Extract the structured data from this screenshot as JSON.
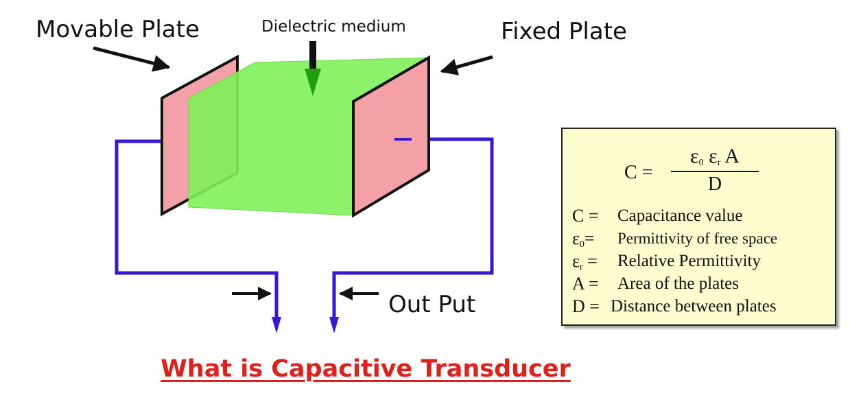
{
  "labels": {
    "movable_plate": "Movable Plate",
    "dielectric": "Dielectric medium",
    "fixed_plate": "Fixed Plate",
    "output": "Out Put"
  },
  "formula": {
    "lhs": "C =",
    "numerator": {
      "eps0": "ε",
      "eps0_sub": "0",
      "epsr": "ε",
      "epsr_sub": "r",
      "a": "A"
    },
    "denominator": "D"
  },
  "legend": [
    {
      "symbol": "C =",
      "sub": "",
      "definition": "Capacitance value"
    },
    {
      "symbol": "ε",
      "sub": "0",
      "eq": "=",
      "definition": "Permittivity of free space"
    },
    {
      "symbol": "ε",
      "sub": "r",
      "eq": "=",
      "definition": "Relative Permittivity"
    },
    {
      "symbol": "A =",
      "sub": "",
      "definition": "Area of the plates"
    },
    {
      "symbol": "D =",
      "sub": "",
      "definition": "Distance between plates"
    }
  ],
  "title": "What is Capacitive Transducer",
  "colors": {
    "plate": "#f3a1a6",
    "dielectric": "#7ff15a",
    "wire": "#3a17d6",
    "arrow_green": "#1f9e12",
    "title": "#e0201c",
    "box_bg": "#fdfdd0"
  }
}
